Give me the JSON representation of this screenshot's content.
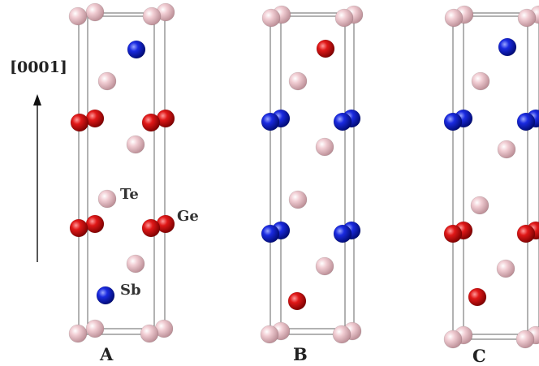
{
  "direction_label": "[0001]",
  "element_labels": {
    "te": "Te",
    "ge": "Ge",
    "sb": "Sb"
  },
  "panels": [
    {
      "id": "A",
      "label": "A"
    },
    {
      "id": "B",
      "label": "B"
    },
    {
      "id": "C",
      "label": "C"
    }
  ],
  "colors": {
    "Te": "#e8b9c2",
    "Ge": "#e01010",
    "Sb": "#1020d8",
    "cell_edge": "#666666"
  },
  "atom_names": {
    "Te": "Te",
    "Ge": "Ge",
    "Sb": "Sb"
  }
}
